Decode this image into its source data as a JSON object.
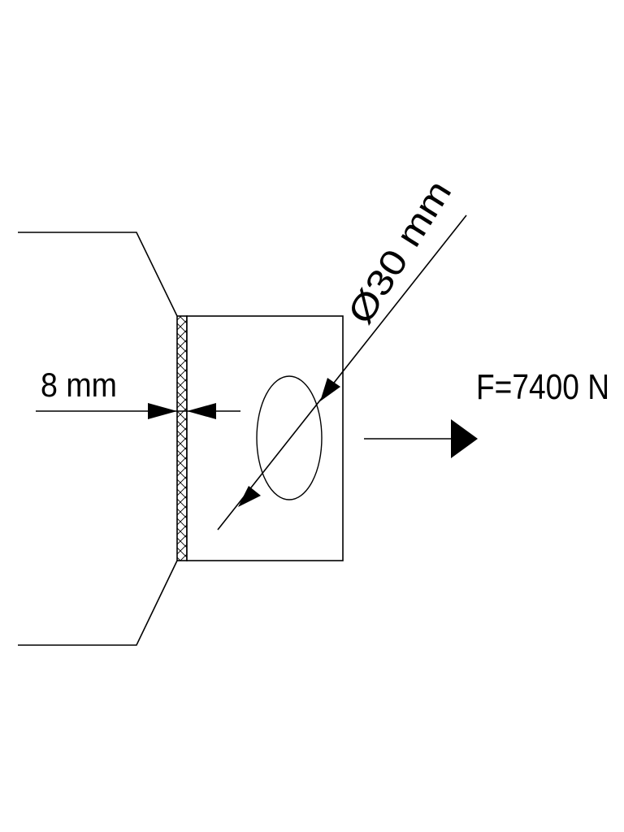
{
  "diagram": {
    "thickness_label": "8 mm",
    "diameter_label": "Ø30 mm",
    "force_label": "F=7400 N"
  },
  "colors": {
    "line": "#000000",
    "background": "#ffffff"
  }
}
